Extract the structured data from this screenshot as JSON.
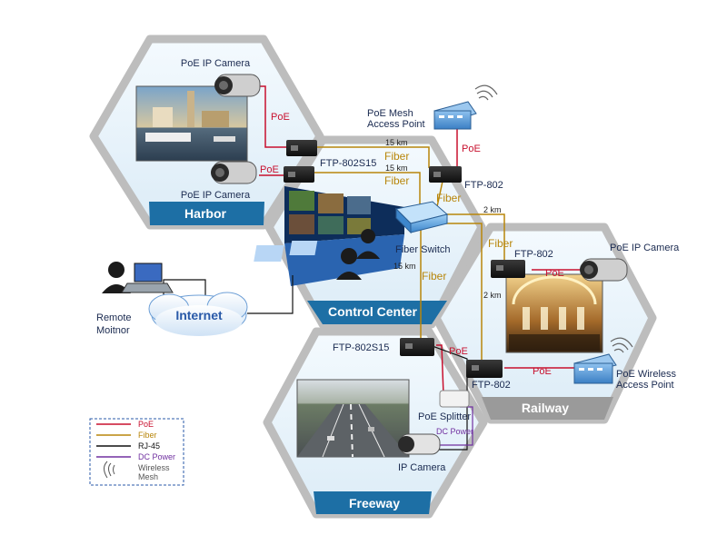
{
  "zones": {
    "harbor": "Harbor",
    "control_center": "Control Center",
    "railway": "Railway",
    "freeway": "Freeway"
  },
  "devices": {
    "poe_ip_camera": "PoE IP Camera",
    "poe_mesh_ap_line1": "PoE Mesh",
    "poe_mesh_ap_line2": "Access Point",
    "ftp_802s15": "FTP-802S15",
    "ftp_802": "FTP-802",
    "fiber_switch": "Fiber Switch",
    "poe_wireless_ap_line1": "PoE Wireless",
    "poe_wireless_ap_line2": "Access Point",
    "poe_splitter": "PoE Splitter",
    "ip_camera": "IP Camera",
    "internet": "Internet",
    "remote_monitor_line1": "Remote",
    "remote_monitor_line2": "Moitnor"
  },
  "links": {
    "poe": "PoE",
    "fiber": "Fiber",
    "dc_power": "DC Power",
    "dist_15km": "15 km",
    "dist_2km": "2 km"
  },
  "legend": {
    "items": [
      {
        "label": "PoE",
        "color": "#c8102e"
      },
      {
        "label": "Fiber",
        "color": "#b8860b"
      },
      {
        "label": "RJ-45",
        "color": "#111111"
      },
      {
        "label": "DC Power",
        "color": "#7030a0"
      }
    ],
    "wireless_line1": "Wireless",
    "wireless_line2": "Mesh"
  },
  "colors": {
    "hex_fill": "#e8f3fb",
    "hex_border": "#b9b9b9",
    "title_band": "#1d6fa5",
    "railway_band": "#9a9a9a",
    "poe": "#c8102e",
    "fiber": "#b8860b",
    "rj45": "#111111",
    "dc_power": "#7030a0"
  }
}
